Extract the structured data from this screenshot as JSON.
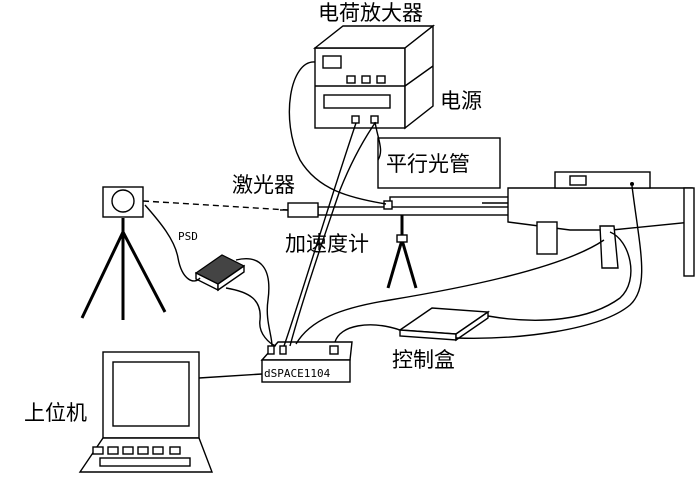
{
  "labels": {
    "charge_amplifier": "电荷放大器",
    "power_supply": "电源",
    "collimator": "平行光管",
    "laser": "激光器",
    "accelerometer": "加速度计",
    "psd": "PSD",
    "dspace": "dSPACE1104",
    "control_box": "控制盒",
    "host_pc": "上位机"
  },
  "icons": {
    "charge_amplifier": "charge-amplifier-box",
    "tripod": "tripod",
    "laptop": "computer-terminal",
    "gun": "gun-barrel-assembly"
  }
}
